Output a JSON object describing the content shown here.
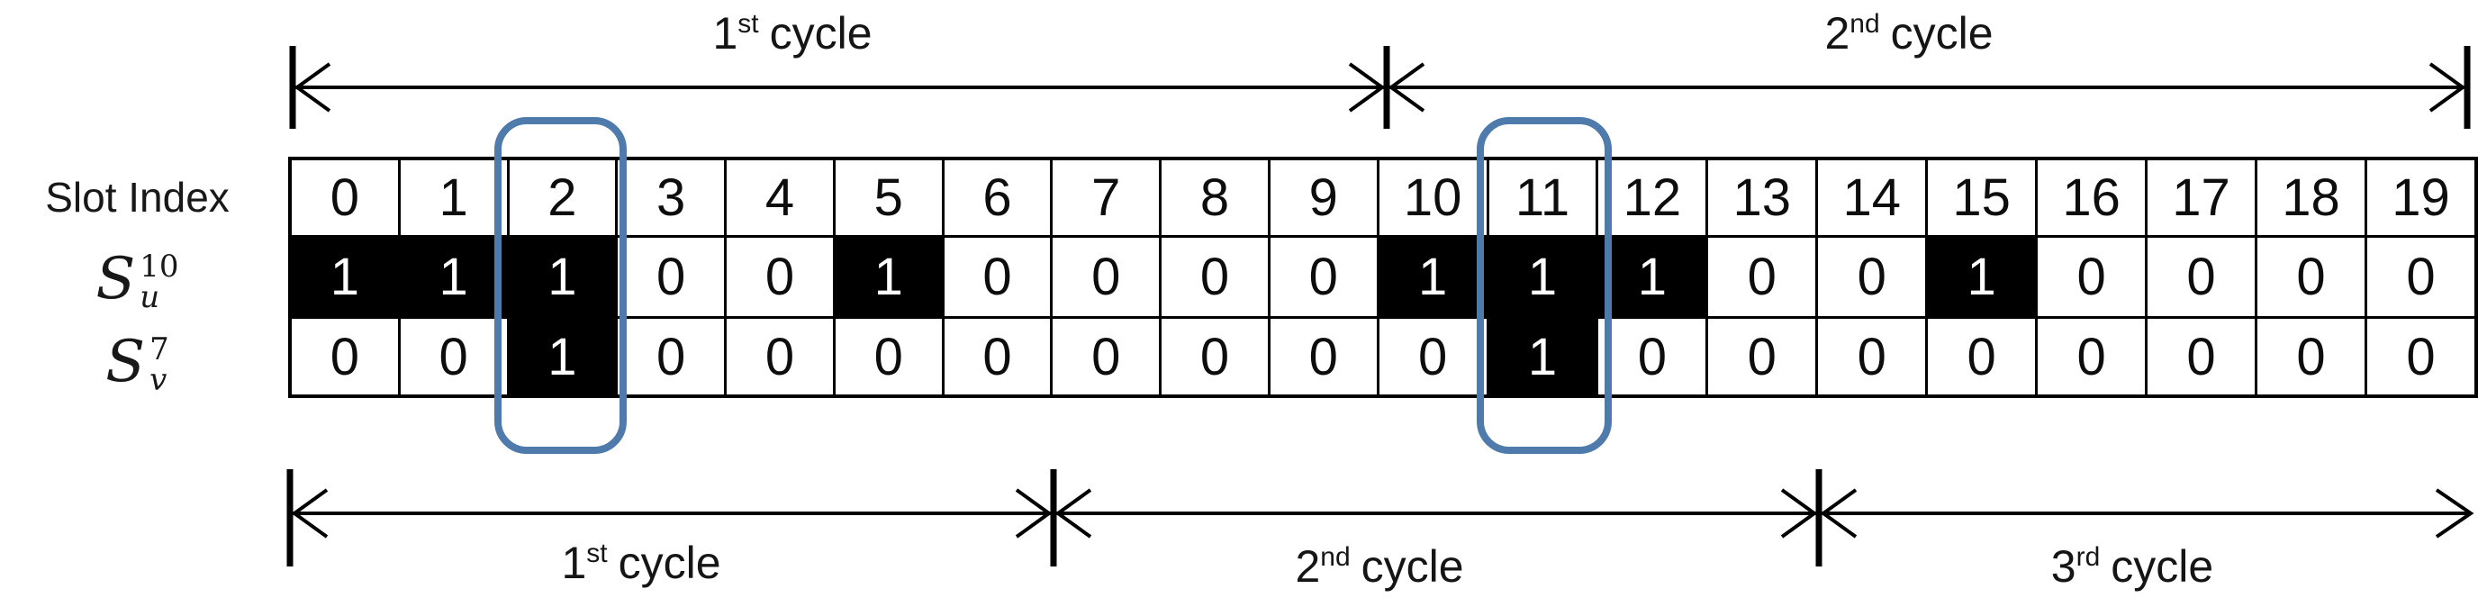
{
  "labels": {
    "slot_index": "Slot Index",
    "su_base": "S",
    "su_sub": "u",
    "su_sup": "10",
    "sv_base": "S",
    "sv_sub": "v",
    "sv_sup": "7"
  },
  "table": {
    "slot_indices": [
      "0",
      "1",
      "2",
      "3",
      "4",
      "5",
      "6",
      "7",
      "8",
      "9",
      "10",
      "11",
      "12",
      "13",
      "14",
      "15",
      "16",
      "17",
      "18",
      "19"
    ],
    "su_values": [
      "1",
      "1",
      "1",
      "0",
      "0",
      "1",
      "0",
      "0",
      "0",
      "0",
      "1",
      "1",
      "1",
      "0",
      "0",
      "1",
      "0",
      "0",
      "0",
      "0"
    ],
    "sv_values": [
      "0",
      "0",
      "1",
      "0",
      "0",
      "0",
      "0",
      "0",
      "0",
      "0",
      "0",
      "1",
      "0",
      "0",
      "0",
      "0",
      "0",
      "0",
      "0",
      "0"
    ]
  },
  "highlighted_slots": [
    "2",
    "11"
  ],
  "top_cycles": [
    {
      "num": "1",
      "ord": "st",
      "word": "cycle"
    },
    {
      "num": "2",
      "ord": "nd",
      "word": "cycle"
    }
  ],
  "bottom_cycles": [
    {
      "num": "1",
      "ord": "st",
      "word": "cycle"
    },
    {
      "num": "2",
      "ord": "nd",
      "word": "cycle"
    },
    {
      "num": "3",
      "ord": "rd",
      "word": "cycle"
    }
  ],
  "colors": {
    "highlight_box": "#4e7bab",
    "filled_cell": "#000000",
    "filled_cell_text": "#ffffff",
    "line": "#000000"
  }
}
